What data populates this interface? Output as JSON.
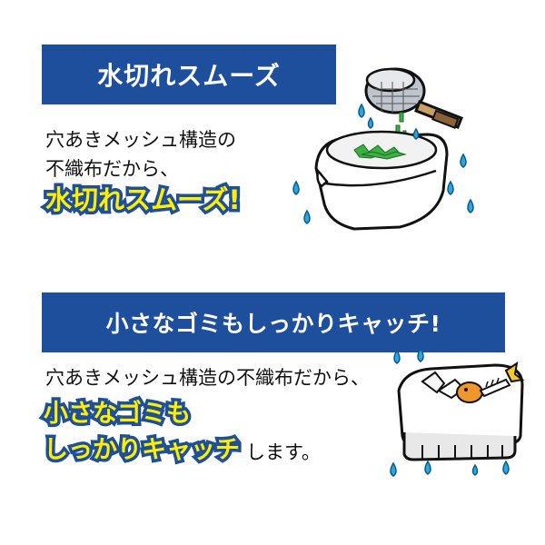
{
  "section1": {
    "banner": "水切れスムーズ",
    "line1": "穴あきメッシュ構造の",
    "line2": "不織布だから、",
    "highlight": "水切れスムーズ!"
  },
  "section2": {
    "banner": "小さなゴミもしっかりキャッチ!",
    "line1": "穴あきメッシュ構造の不織布だから、",
    "highlight1": "小さなゴミも",
    "highlight2": "しっかりキャッチ",
    "tail": "します。"
  },
  "colors": {
    "banner": "#1e4f9c",
    "highlight_fill": "#ffee00",
    "water": "#2aa8e0",
    "greens": "#3cb043"
  }
}
